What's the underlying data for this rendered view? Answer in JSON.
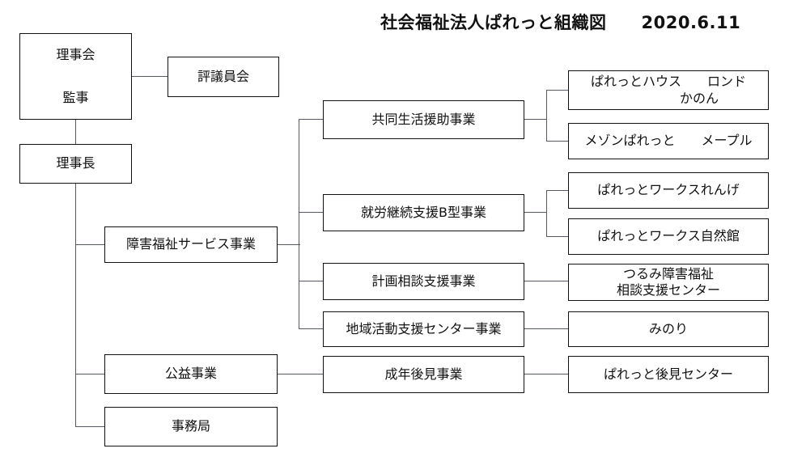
{
  "header": {
    "title": "社会福祉法人ぱれっと組織図　　2020.6.11",
    "org_name": "社会福祉法人ぱれっと組織図",
    "date": "2020.6.11"
  },
  "chart_data": {
    "type": "diagram",
    "diagram_kind": "organization-chart",
    "title": "社会福祉法人ぱれっと組織図",
    "date": "2020.6.11",
    "orientation": "left-to-right",
    "levels": 4,
    "nodes": [
      {
        "id": "board",
        "label_line1": "理事会",
        "label_line2": "監事",
        "level": 1
      },
      {
        "id": "councillors",
        "label_line1": "評議員会",
        "label_line2": "",
        "level": 2
      },
      {
        "id": "chairman",
        "label_line1": "理事長",
        "label_line2": "",
        "level": 1
      },
      {
        "id": "welfare-svc",
        "label_line1": "障害福祉サービス事業",
        "label_line2": "",
        "level": 2
      },
      {
        "id": "public-good",
        "label_line1": "公益事業",
        "label_line2": "",
        "level": 2
      },
      {
        "id": "office",
        "label_line1": "事務局",
        "label_line2": "",
        "level": 2
      },
      {
        "id": "group-home",
        "label_line1": "共同生活援助事業",
        "label_line2": "",
        "level": 3
      },
      {
        "id": "work-b",
        "label_line1": "就労継続支援B型事業",
        "label_line2": "",
        "level": 3
      },
      {
        "id": "plan-consult",
        "label_line1": "計画相談支援事業",
        "label_line2": "",
        "level": 3
      },
      {
        "id": "local-center",
        "label_line1": "地域活動支援センター事業",
        "label_line2": "",
        "level": 3
      },
      {
        "id": "guardianship",
        "label_line1": "成年後見事業",
        "label_line2": "",
        "level": 3
      },
      {
        "id": "house-rondo",
        "label_line1": "ぱれっとハウス　　ロンド",
        "label_line2": "かのん",
        "level": 4
      },
      {
        "id": "maison",
        "label_line1": "メゾンぱれっと　　メープル",
        "label_line2": "",
        "level": 4
      },
      {
        "id": "works-renge",
        "label_line1": "ぱれっとワークスれんげ",
        "label_line2": "",
        "level": 4
      },
      {
        "id": "works-shizen",
        "label_line1": "ぱれっとワークス自然館",
        "label_line2": "",
        "level": 4
      },
      {
        "id": "tsurumi",
        "label_line1": "つるみ障害福祉",
        "label_line2": "相談支援センター",
        "level": 4
      },
      {
        "id": "minori",
        "label_line1": "みのり",
        "label_line2": "",
        "level": 4
      },
      {
        "id": "koken-center",
        "label_line1": "ぱれっと後見センター",
        "label_line2": "",
        "level": 4
      }
    ],
    "edges": [
      {
        "from": "board",
        "to": "councillors"
      },
      {
        "from": "board",
        "to": "chairman"
      },
      {
        "from": "chairman",
        "to": "welfare-svc"
      },
      {
        "from": "chairman",
        "to": "public-good"
      },
      {
        "from": "chairman",
        "to": "office"
      },
      {
        "from": "welfare-svc",
        "to": "group-home"
      },
      {
        "from": "welfare-svc",
        "to": "work-b"
      },
      {
        "from": "welfare-svc",
        "to": "plan-consult"
      },
      {
        "from": "welfare-svc",
        "to": "local-center"
      },
      {
        "from": "public-good",
        "to": "guardianship"
      },
      {
        "from": "group-home",
        "to": "house-rondo"
      },
      {
        "from": "group-home",
        "to": "maison"
      },
      {
        "from": "work-b",
        "to": "works-renge"
      },
      {
        "from": "work-b",
        "to": "works-shizen"
      },
      {
        "from": "plan-consult",
        "to": "tsurumi"
      },
      {
        "from": "local-center",
        "to": "minori"
      },
      {
        "from": "guardianship",
        "to": "koken-center"
      }
    ]
  },
  "nodes": {
    "board": {
      "line1": "理事会",
      "line2": "監事"
    },
    "councillors": {
      "line1": "評議員会"
    },
    "chairman": {
      "line1": "理事長"
    },
    "welfare_service": {
      "line1": "障害福祉サービス事業"
    },
    "public_good": {
      "line1": "公益事業"
    },
    "office": {
      "line1": "事務局"
    },
    "group_home": {
      "line1": "共同生活援助事業"
    },
    "work_support_b": {
      "line1": "就労継続支援B型事業"
    },
    "plan_consult": {
      "line1": "計画相談支援事業"
    },
    "local_activity": {
      "line1": "地域活動支援センター事業"
    },
    "guardianship": {
      "line1": "成年後見事業"
    },
    "house_rondo": {
      "line1": "ぱれっとハウス　　ロンド",
      "line2": "かのん"
    },
    "maison": {
      "line1": "メゾンぱれっと　　メープル"
    },
    "works_renge": {
      "line1": "ぱれっとワークスれんげ"
    },
    "works_shizenkan": {
      "line1": "ぱれっとワークス自然館"
    },
    "tsurumi": {
      "line1": "つるみ障害福祉",
      "line2": "相談支援センター"
    },
    "minori": {
      "line1": "みのり"
    },
    "koken_center": {
      "line1": "ぱれっと後見センター"
    }
  },
  "colors": {
    "background": "#ffffff",
    "box_border": "#111111",
    "connector": "#555a63",
    "text": "#111111"
  }
}
